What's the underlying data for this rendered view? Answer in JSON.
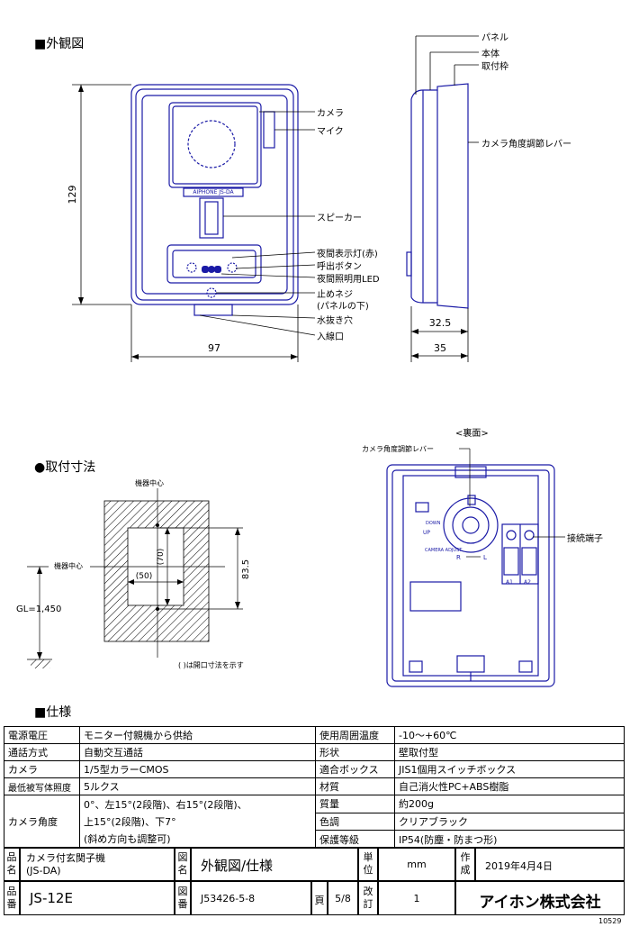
{
  "sections": {
    "external": "■外観図",
    "mounting": "●取付寸法",
    "spec": "■仕様"
  },
  "front_labels": {
    "camera": "カメラ",
    "mic": "マイク",
    "speaker": "スピーカー",
    "night_lamp": "夜間表示灯(赤)",
    "call_button": "呼出ボタン",
    "night_led": "夜間照明用LED",
    "screw": "止めネジ",
    "screw_note": "(パネルの下)",
    "drain": "水抜き穴",
    "cable": "入線口",
    "brand_plate": "AIPHONE JS-DA"
  },
  "side_labels": {
    "panel": "パネル",
    "body": "本体",
    "frame": "取付枠",
    "lever": "カメラ角度調節レバー"
  },
  "dims": {
    "height": "129",
    "width": "97",
    "depth1": "32.5",
    "depth2": "35",
    "open_h": "(70)",
    "open_w": "(50)",
    "pitch": "83.5",
    "gl": "GL=1,450"
  },
  "mount_labels": {
    "center_top": "機器中心",
    "center_left": "機器中心",
    "note": "( )は開口寸法を示す"
  },
  "back_labels": {
    "title": "<裏面>",
    "lever": "カメラ角度調節レバー",
    "terminal": "接続端子",
    "down": "DOWN",
    "up": "UP",
    "camera_adjust": "CAMERA ADJUST",
    "r": "R",
    "l": "L",
    "a1": "A1",
    "a2": "A2"
  },
  "spec_rows": [
    [
      "電源電圧",
      "モニター付親機から供給",
      "使用周囲温度",
      "-10～+60℃"
    ],
    [
      "通話方式",
      "自動交互通話",
      "形状",
      "壁取付型"
    ],
    [
      "カメラ",
      "1/5型カラーCMOS",
      "適合ボックス",
      "JIS1個用スイッチボックス"
    ],
    [
      "最低被写体照度",
      "5ルクス",
      "材質",
      "自己消火性PC+ABS樹脂"
    ]
  ],
  "spec_angle": {
    "label": "カメラ角度",
    "line1": "0°、左15°(2段階)、右15°(2段階)、",
    "line2": "上15°(2段階)、下7°",
    "line3": "(斜め方向も調整可)",
    "r1": [
      "質量",
      "約200g"
    ],
    "r2": [
      "色調",
      "クリアブラック"
    ],
    "r3": [
      "保護等級",
      "IP54(防塵・防まつ形)"
    ]
  },
  "title_block": {
    "name_h": "品名",
    "name1": "カメラ付玄関子機",
    "name2": "(JS-DA)",
    "fig_h": "図名",
    "fig": "外観図/仕様",
    "unit_h": "単位",
    "unit": "mm",
    "made_h": "作成",
    "date": "2019年4月4日",
    "no_h": "品番",
    "no": "JS-12E",
    "dwg_h": "図番",
    "dwg": "J53426-5-8",
    "page_h": "頁",
    "page": "5/8",
    "rev_h": "改訂",
    "rev": "1",
    "company": "アイホン株式会社"
  },
  "footer": "10529",
  "colors": {
    "device": "#1a1aa6",
    "line": "#000000"
  }
}
